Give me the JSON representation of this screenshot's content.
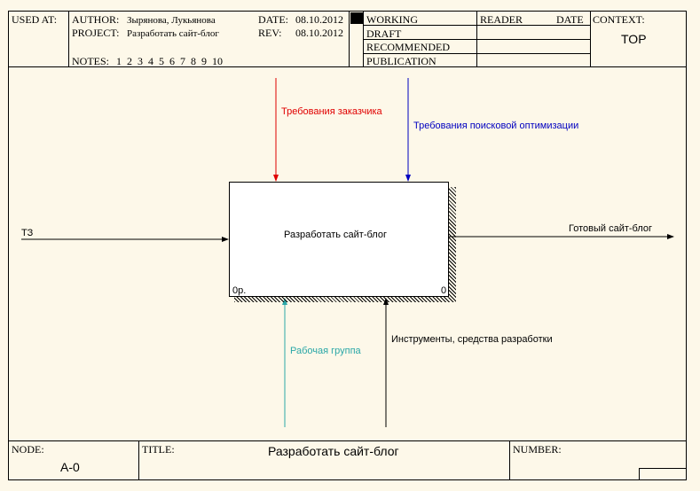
{
  "header": {
    "used_at_label": "USED AT:",
    "author_label": "AUTHOR:",
    "author_value": "Зырянова, Лукьянова",
    "project_label": "PROJECT:",
    "project_value": "Разработать сайт-блог",
    "date_label": "DATE:",
    "date_value": "08.10.2012",
    "rev_label": "REV:",
    "rev_value": "08.10.2012",
    "notes_label": "NOTES:",
    "notes_values": "1  2  3  4  5  6  7  8  9  10",
    "status": [
      "WORKING",
      "DRAFT",
      "RECOMMENDED",
      "PUBLICATION"
    ],
    "reader_label": "READER",
    "reader_date_label": "DATE",
    "context_label": "CONTEXT:",
    "context_value": "TOP"
  },
  "diagram": {
    "activity": {
      "name": "Разработать сайт-блог",
      "cost": "0р.",
      "number": "0"
    },
    "arrows": {
      "input": "ТЗ",
      "output": "Готовый сайт-блог",
      "control_1": "Требования заказчика",
      "control_2": "Требования поисковой оптимизации",
      "mechanism_1": "Рабочая группа",
      "mechanism_2": "Инструменты, средства разработки"
    },
    "colors": {
      "control_1": "#e00000",
      "control_2": "#0000c0",
      "mechanism_1": "#2aa7a7",
      "default": "#000000"
    }
  },
  "footer": {
    "node_label": "NODE:",
    "node_value": "А-0",
    "title_label": "TITLE:",
    "title_value": "Разработать сайт-блог",
    "number_label": "NUMBER:"
  }
}
